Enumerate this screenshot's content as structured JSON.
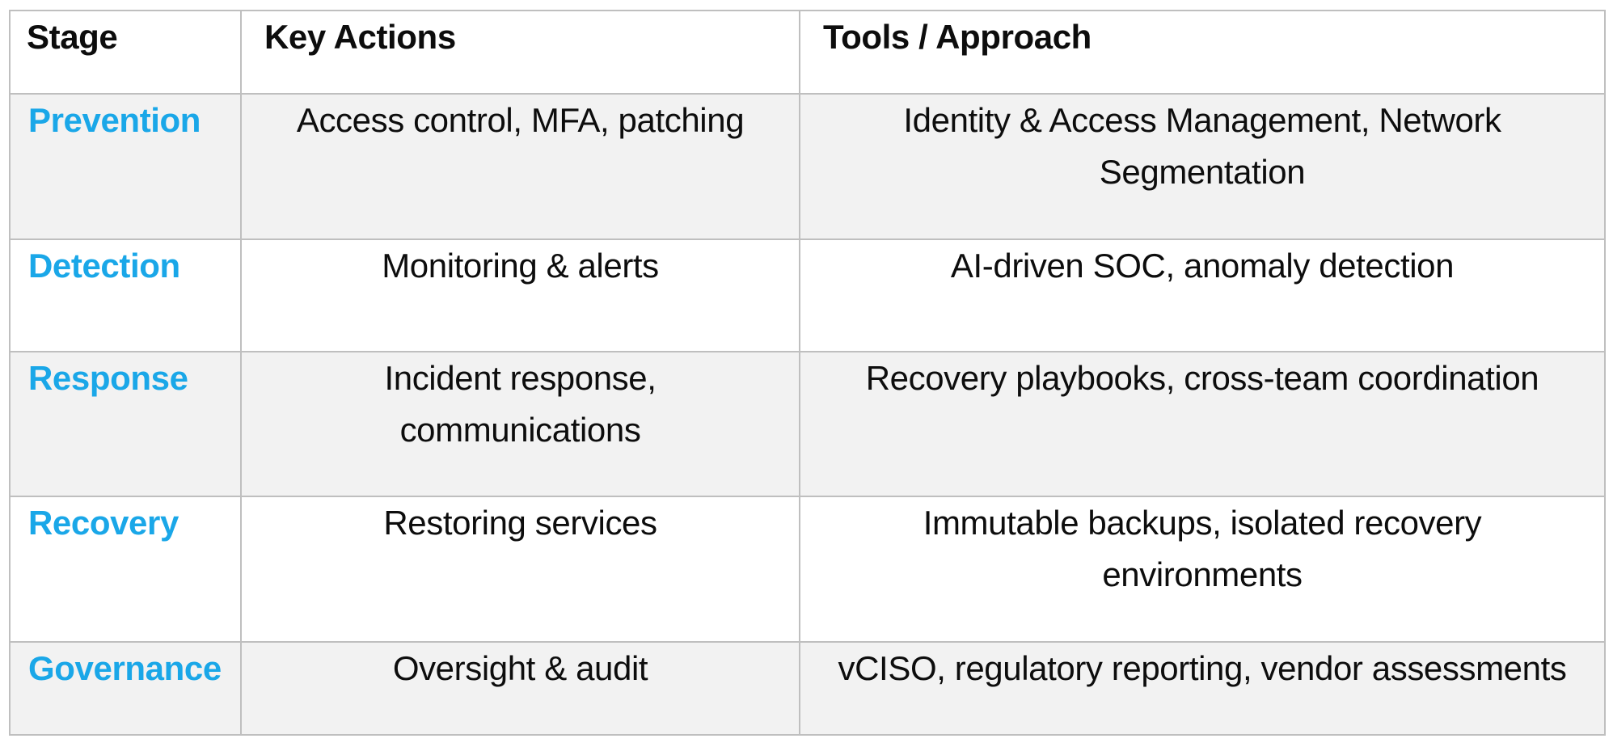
{
  "table": {
    "columns": [
      {
        "label": "Stage"
      },
      {
        "label": "Key Actions"
      },
      {
        "label": "Tools / Approach"
      }
    ],
    "rows": [
      {
        "stage": "Prevention",
        "key_actions": "Access control, MFA, patching",
        "tools": "Identity & Access Management, Network\nSegmentation"
      },
      {
        "stage": "Detection",
        "key_actions": "Monitoring & alerts",
        "tools": "AI-driven SOC, anomaly detection"
      },
      {
        "stage": "Response",
        "key_actions": "Incident response,\ncommunications",
        "tools": "Recovery playbooks, cross-team coordination"
      },
      {
        "stage": "Recovery",
        "key_actions": "Restoring services",
        "tools": "Immutable backups, isolated recovery\nenvironments"
      },
      {
        "stage": "Governance",
        "key_actions": "Oversight & audit",
        "tools": "vCISO, regulatory reporting, vendor assessments"
      }
    ],
    "colors": {
      "stage_text": "#1AA7E8",
      "row_alt_bg": "#F2F2F2",
      "border": "#BFBFBF",
      "text": "#0D0D0D"
    }
  },
  "chart_data": {
    "type": "table",
    "title": "",
    "columns": [
      "Stage",
      "Key Actions",
      "Tools / Approach"
    ],
    "rows": [
      [
        "Prevention",
        "Access control, MFA, patching",
        "Identity & Access Management, Network Segmentation"
      ],
      [
        "Detection",
        "Monitoring & alerts",
        "AI-driven SOC, anomaly detection"
      ],
      [
        "Response",
        "Incident response, communications",
        "Recovery playbooks, cross-team coordination"
      ],
      [
        "Recovery",
        "Restoring services",
        "Immutable backups, isolated recovery environments"
      ],
      [
        "Governance",
        "Oversight & audit",
        "vCISO, regulatory reporting, vendor assessments"
      ]
    ]
  }
}
